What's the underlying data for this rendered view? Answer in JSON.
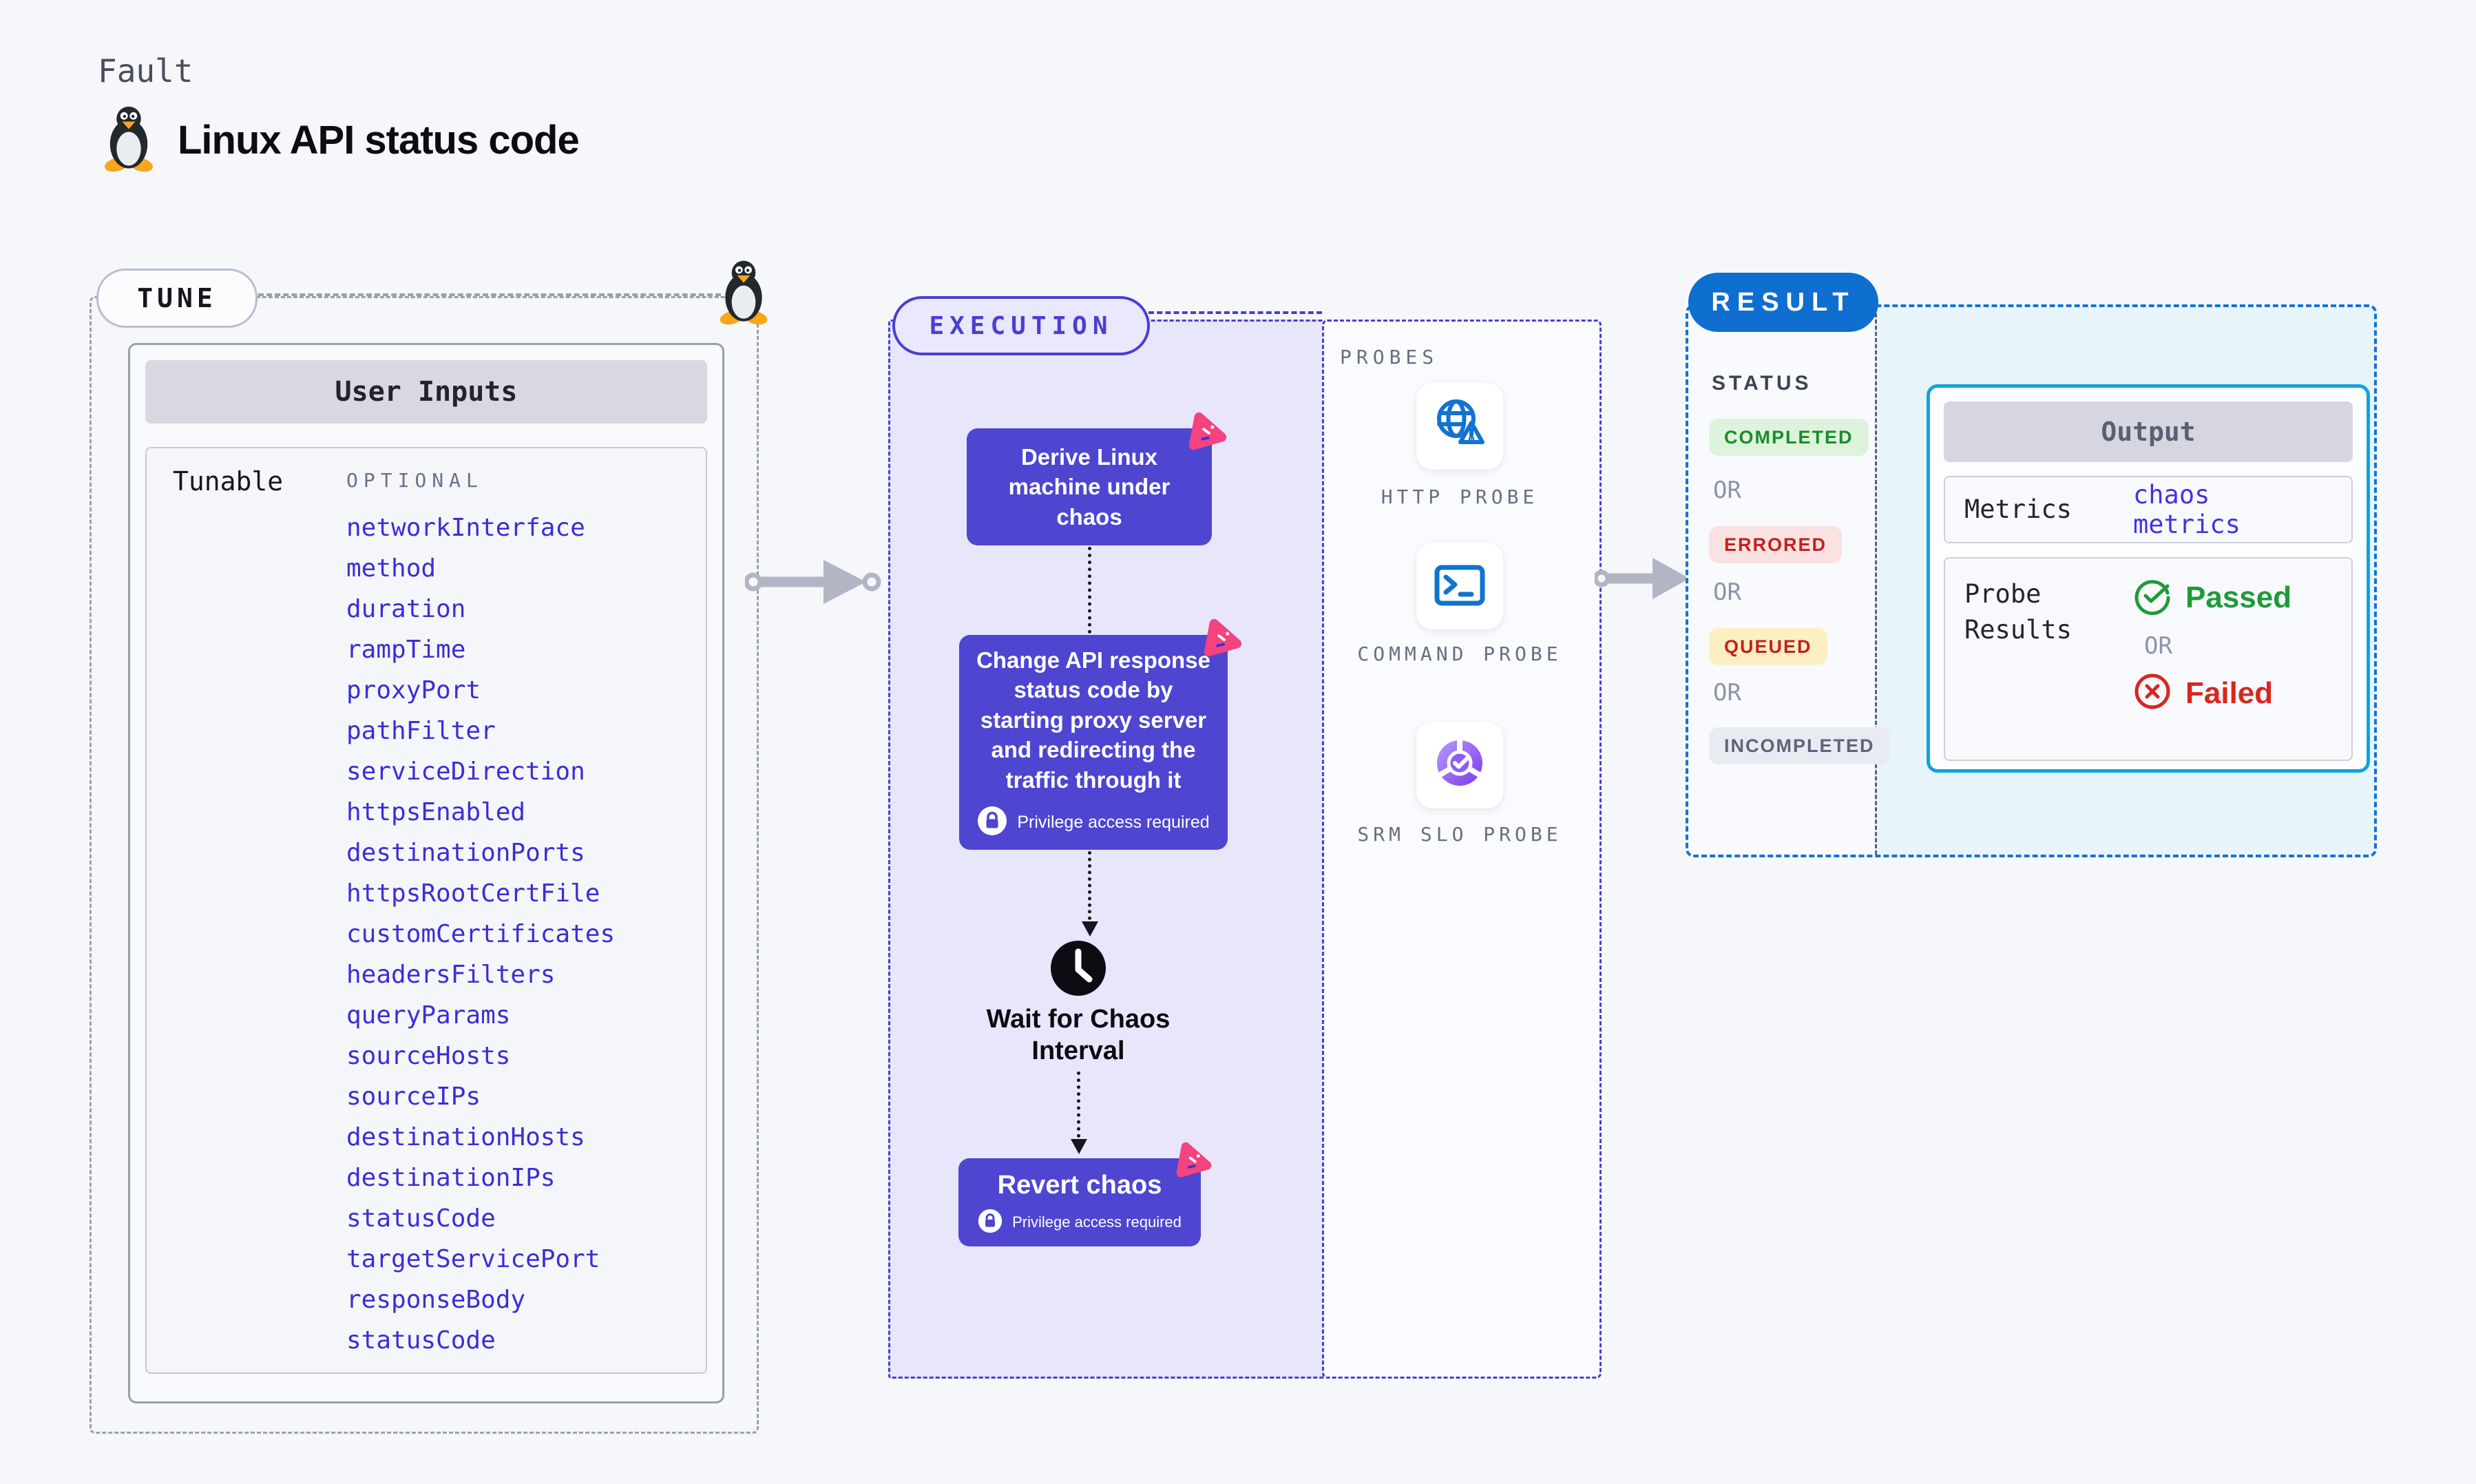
{
  "page": {
    "fault_label": "Fault",
    "title": "Linux API status code"
  },
  "tune": {
    "badge": "TUNE",
    "table_title": "User Inputs",
    "row_label": "Tunable",
    "column_label": "OPTIONAL",
    "params": [
      "networkInterface",
      "method",
      "duration",
      "rampTime",
      "proxyPort",
      "pathFilter",
      "serviceDirection",
      "httpsEnabled",
      "destinationPorts",
      "httpsRootCertFile",
      "customCertificates",
      "headersFilters",
      "queryParams",
      "sourceHosts",
      "sourceIPs",
      "destinationHosts",
      "destinationIPs",
      "statusCode",
      "targetServicePort",
      "responseBody",
      "statusCode"
    ]
  },
  "execution": {
    "badge": "EXECUTION",
    "steps": [
      {
        "text": "Derive Linux machine under chaos",
        "privilege": false
      },
      {
        "text": "Change API response status code by starting proxy server and redirecting the traffic through it",
        "privilege": true
      },
      {
        "text": "Revert chaos",
        "privilege": true
      }
    ],
    "wait_label": "Wait for Chaos Interval",
    "privilege_note": "Privilege access required"
  },
  "probes": {
    "label": "PROBES",
    "items": [
      {
        "name": "HTTP PROBE",
        "icon": "globe-alert-icon"
      },
      {
        "name": "COMMAND PROBE",
        "icon": "terminal-icon"
      },
      {
        "name": "SRM SLO PROBE",
        "icon": "slo-check-icon"
      }
    ]
  },
  "result": {
    "badge": "RESULT",
    "status_label": "STATUS",
    "or_label": "OR",
    "statuses": [
      {
        "label": "COMPLETED",
        "kind": "completed"
      },
      {
        "label": "ERRORED",
        "kind": "errored"
      },
      {
        "label": "QUEUED",
        "kind": "queued"
      },
      {
        "label": "INCOMPLETED",
        "kind": "incompleted"
      }
    ],
    "output": {
      "title": "Output",
      "metrics_label": "Metrics",
      "metrics_value": "chaos metrics",
      "probe_results_label": "Probe Results",
      "passed_label": "Passed",
      "failed_label": "Failed"
    }
  },
  "colors": {
    "accent_indigo": "#4a3ed3",
    "node_purple": "#4e45d1",
    "param_blue": "#3b2ed6",
    "pink_badge": "#f4437e",
    "probe_blue": "#1273d0",
    "result_blue": "#0e6fd0",
    "output_cyan": "#12a3db",
    "success_green": "#1f9a38",
    "error_red": "#d8261f"
  }
}
